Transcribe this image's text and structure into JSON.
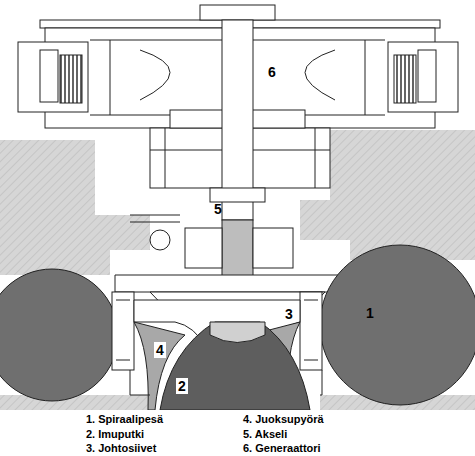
{
  "diagram": {
    "labels": [
      "6",
      "5",
      "3",
      "1",
      "4",
      "2",
      "1. Spiraalipesä",
      "4. Juoksupyörä",
      "2. Imuputki",
      "5. Akseli",
      "3. Johtosiivet",
      "6. Generaattori"
    ]
  }
}
